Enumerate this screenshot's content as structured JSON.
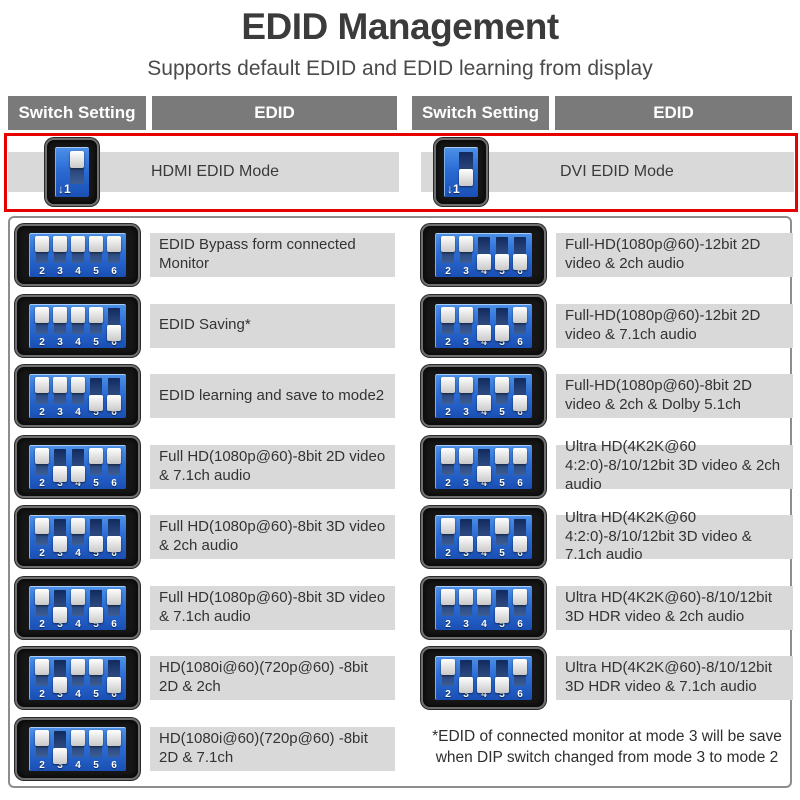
{
  "title": "EDID Management",
  "subtitle": "Supports default EDID and EDID learning from display",
  "headers": [
    "Switch Setting",
    "EDID",
    "Switch Setting",
    "EDID"
  ],
  "dip_numbers": [
    "2",
    "3",
    "4",
    "5",
    "6"
  ],
  "mode_row": {
    "left": {
      "label": "HDMI EDID Mode",
      "switch": {
        "position": "up",
        "label": "↓1"
      }
    },
    "right": {
      "label": "DVI EDID Mode",
      "switch": {
        "position": "down",
        "label": "↓1"
      }
    }
  },
  "left_rows": [
    {
      "label": "EDID Bypass form connected Monitor",
      "pattern": "uuuuu"
    },
    {
      "label": "EDID Saving*",
      "pattern": "uuuud"
    },
    {
      "label": "EDID learning and save to mode2",
      "pattern": "uuudd"
    },
    {
      "label": "Full HD(1080p@60)-8bit 2D video & 7.1ch audio",
      "pattern": "udduu"
    },
    {
      "label": "Full HD(1080p@60)-8bit 3D video & 2ch audio",
      "pattern": "ududd"
    },
    {
      "label": "Full HD(1080p@60)-8bit 3D video & 7.1ch audio",
      "pattern": "ududu"
    },
    {
      "label": "HD(1080i@60)(720p@60) -8bit 2D & 2ch",
      "pattern": "uduud"
    },
    {
      "label": "HD(1080i@60)(720p@60) -8bit 2D & 7.1ch",
      "pattern": "uduuu"
    }
  ],
  "right_rows": [
    {
      "label": "Full-HD(1080p@60)-12bit 2D video & 2ch audio",
      "pattern": "uuddd"
    },
    {
      "label": "Full-HD(1080p@60)-12bit 2D video & 7.1ch audio",
      "pattern": "uuddu"
    },
    {
      "label": "Full-HD(1080p@60)-8bit 2D video & 2ch & Dolby 5.1ch",
      "pattern": "uudud"
    },
    {
      "label": "Ultra HD(4K2K@60 4:2:0)-8/10/12bit 3D video & 2ch audio",
      "pattern": "uuduu"
    },
    {
      "label": "Ultra HD(4K2K@60 4:2:0)-8/10/12bit 3D video & 7.1ch audio",
      "pattern": "uddud"
    },
    {
      "label": "Ultra HD(4K2K@60)-8/10/12bit 3D HDR video & 2ch audio",
      "pattern": "uuudu"
    },
    {
      "label": "Ultra HD(4K2K@60)-8/10/12bit 3D HDR video & 7.1ch audio",
      "pattern": "udddu"
    }
  ],
  "footnote": "*EDID of connected monitor at mode 3 will be save when DIP switch changed from mode 3 to mode 2",
  "colors": {
    "accent_red": "#e60000",
    "header_gray": "#7a7a7a",
    "bar_gray": "#d9d9d9",
    "switch_blue": "#2b6cd4",
    "title_text": "#3b3b3b"
  }
}
